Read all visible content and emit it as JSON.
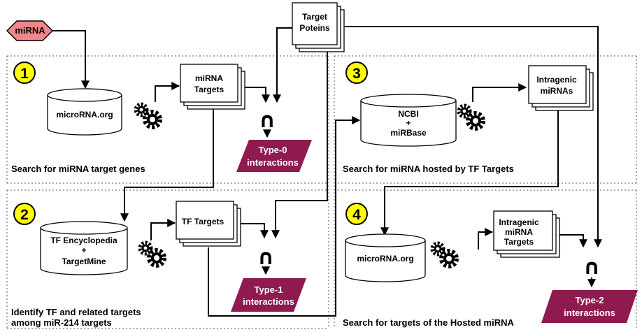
{
  "steps": [
    "1",
    "2",
    "3",
    "4"
  ],
  "inputs": {
    "mirna": "miRNA",
    "target_proteins": [
      "Target",
      "Poteins"
    ]
  },
  "databases": {
    "microrna_org_1": "microRNA.org",
    "tf_encyclopedia": [
      "TF Encyclopedia",
      "+",
      "TargetMine"
    ],
    "ncbi_mirbase": [
      "NCBI",
      "+",
      "miRBase"
    ],
    "microrna_org_4": "microRNA.org"
  },
  "documents": {
    "mirna_targets": [
      "miRNA",
      "Targets"
    ],
    "tf_targets": "TF Targets",
    "intragenic_mirnas": [
      "Intragenic",
      "miRNAs"
    ],
    "intragenic_mirna_targets": [
      "Intragenic",
      "miRNA",
      "Targets"
    ]
  },
  "intersection_symbol": "∩",
  "outputs": {
    "type0": [
      "Type-0",
      "interactions"
    ],
    "type1": [
      "Type-1",
      "interactions"
    ],
    "type2": [
      "Type-2",
      "interactions"
    ]
  },
  "captions": {
    "section1": "Search for miRNA target genes",
    "section2": [
      "Identify TF and related targets",
      "among miR-214 targets"
    ],
    "section3": "Search for miRNA hosted by TF Targets",
    "section4": "Search for targets of the Hosted miRNA"
  },
  "colors": {
    "step_badge": "#ffff00",
    "mirna_fill": "#f4868a",
    "output_fill": "#8e1a4f"
  },
  "icons": [
    "gears-icon"
  ]
}
